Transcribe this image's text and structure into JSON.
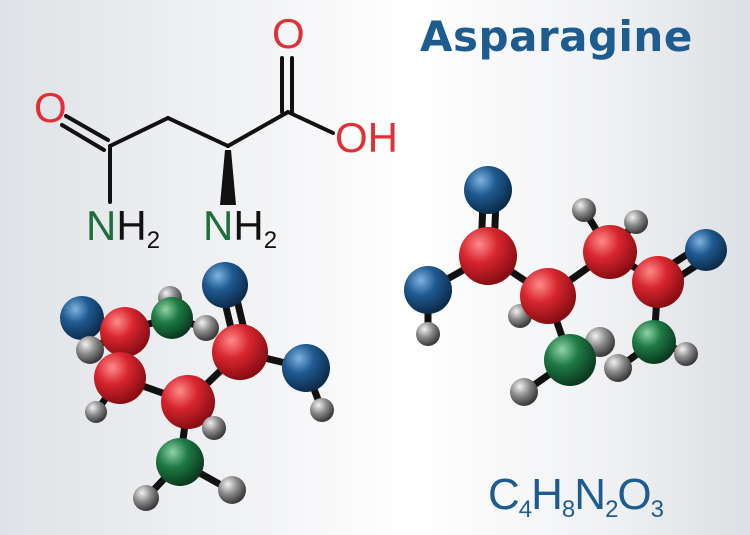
{
  "title": "Asparagine",
  "formula": {
    "parts": [
      {
        "el": "C",
        "n": "4"
      },
      {
        "el": "H",
        "n": "8"
      },
      {
        "el": "N",
        "n": "2"
      },
      {
        "el": "O",
        "n": "3"
      }
    ]
  },
  "structure": {
    "oxygen_label": "O",
    "oh_label": "OH",
    "amide_label": "NH",
    "amine_label": "NH",
    "subscript": "2"
  },
  "colors": {
    "title": "#1e5b8e",
    "oxygen": "#e03035",
    "nitrogen": "#1d6e3a",
    "carbon_atom": "#d8262f",
    "oxygen_atom": "#1f5a91",
    "nitrogen_atom": "#1f7a45",
    "hydrogen_atom": "#8a8a8a"
  }
}
